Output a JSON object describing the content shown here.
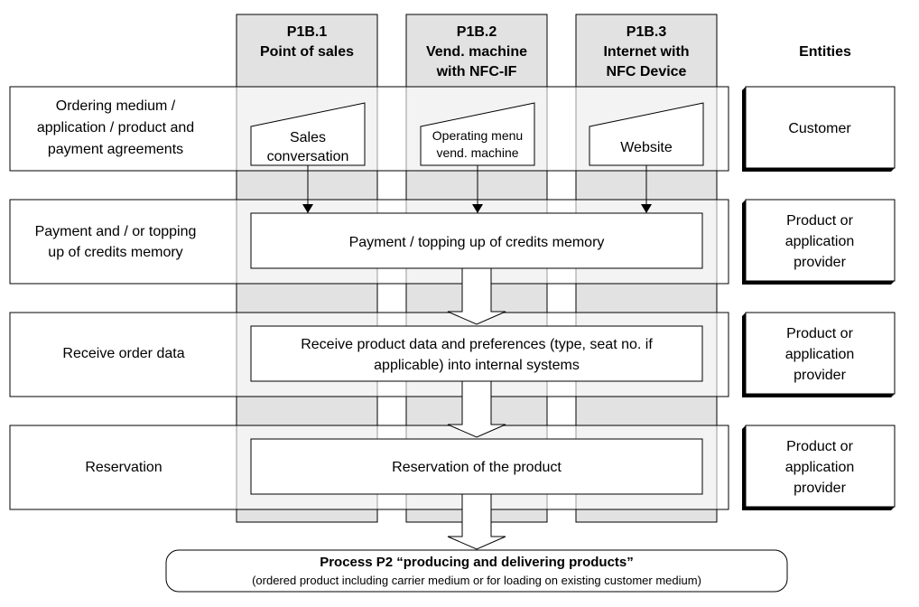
{
  "columns": [
    {
      "id": "P1B.1",
      "title": "Point of sales"
    },
    {
      "id": "P1B.2",
      "title_line1": "Vend. machine",
      "title_line2": "with NFC-IF"
    },
    {
      "id": "P1B.3",
      "title_line1": "Internet with",
      "title_line2": "NFC Device"
    }
  ],
  "entities_header": "Entities",
  "rows": [
    {
      "label_lines": [
        "Ordering medium /",
        "application / product and",
        "payment agreements"
      ],
      "entity": "Customer"
    },
    {
      "label_lines": [
        "Payment and / or topping",
        "up of credits memory"
      ],
      "entity_lines": [
        "Product or",
        "application",
        "provider"
      ]
    },
    {
      "label_lines": [
        "Receive order data"
      ],
      "entity_lines": [
        "Product or",
        "application",
        "provider"
      ]
    },
    {
      "label_lines": [
        "Reservation"
      ],
      "entity_lines": [
        "Product or",
        "application",
        "provider"
      ]
    }
  ],
  "ordering_media": [
    {
      "lines": [
        "Sales",
        "conversation"
      ]
    },
    {
      "lines": [
        "Operating menu",
        "vend. machine"
      ]
    },
    {
      "lines": [
        "Website"
      ]
    }
  ],
  "process_boxes": {
    "payment": "Payment / topping up of credits memory",
    "receive_line1": "Receive product data and preferences (type, seat no. if",
    "receive_line2": "applicable) into internal systems",
    "reservation": "Reservation of the product"
  },
  "final": {
    "title": "Process P2 “producing and delivering products”",
    "subtitle": "(ordered product including carrier medium or for loading on existing customer medium)"
  }
}
